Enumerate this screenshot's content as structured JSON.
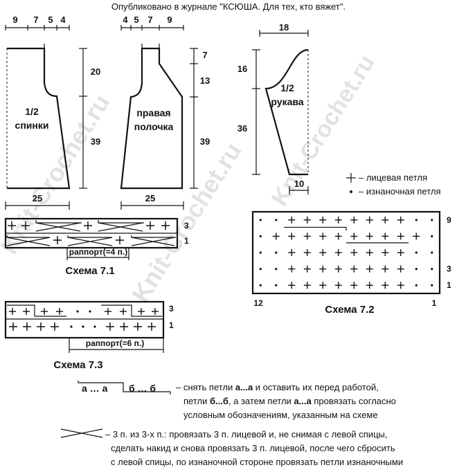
{
  "header": {
    "published": "Опубликовано в журнале \"КСЮША. Для тех, кто вяжет\"."
  },
  "watermark": "Knit-Crochet.ru",
  "back": {
    "label_line1": "1/2",
    "label_line2": "спинки",
    "top_dims": [
      "9",
      "7",
      "5",
      "4"
    ],
    "side_dims": [
      "20",
      "39"
    ],
    "bottom_dim": "25"
  },
  "front": {
    "label_line1": "правая",
    "label_line2": "полочка",
    "top_dims": [
      "4",
      "5",
      "7",
      "9"
    ],
    "side_dims": [
      "7",
      "13",
      "39"
    ],
    "bottom_dim": "25"
  },
  "sleeve": {
    "label_line1": "1/2",
    "label_line2": "рукава",
    "top_dim": "18",
    "side_dims": [
      "16",
      "36"
    ],
    "bottom_dim": "10"
  },
  "legend_symbols": {
    "knit": "– лицевая петля",
    "purl": "– изнаночная петля"
  },
  "scheme71": {
    "title": "Схема 7.1",
    "repeat": "раппорт(=4 п.)",
    "row_labels": [
      "3",
      "1"
    ]
  },
  "scheme72": {
    "title": "Схема 7.2",
    "row_labels": [
      "9",
      "3",
      "1"
    ],
    "col_labels": [
      "12",
      "1"
    ]
  },
  "scheme73": {
    "title": "Схема 7.3",
    "repeat": "раппорт(=6 п.)",
    "row_labels": [
      "3",
      "1"
    ]
  },
  "legend_swap": {
    "symbol_a": "а … а",
    "symbol_b": "б … б",
    "line1_pre": "– снять петли ",
    "line1_bold": "а...а",
    "line1_post": " и оставить их перед работой,",
    "line2_pre": "петли ",
    "line2_bold1": "б...б",
    "line2_mid": ", а затем петли ",
    "line2_bold2": "а...а",
    "line2_post": " провязать согласно",
    "line3": "условным обозначениям, указанным на схеме"
  },
  "legend_cross": {
    "line1": "– 3 п. из 3-х п.: провязать 3 п. лицевой и, не снимая с левой спицы,",
    "line2": "сделать накид и снова провязать 3 п. лицевой, после чего сбросить",
    "line3": "с левой спицы, по изнаночной стороне провязать петли изнаночными"
  }
}
